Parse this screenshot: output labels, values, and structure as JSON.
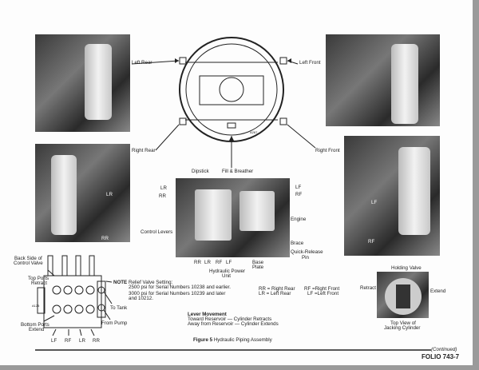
{
  "diagram": {
    "left_rear": "Left Rear",
    "left_front": "Left Front",
    "right_rear": "Right Rear",
    "right_front": "Right Front",
    "code": "A267"
  },
  "photo_labels": {
    "lr": "LR",
    "rr": "RR",
    "lf": "LF",
    "rf": "RF"
  },
  "power_unit": {
    "dipstick": "Dipstick",
    "fill": "Fill & Breather",
    "lr": "LR",
    "rr": "RR",
    "lf": "LF",
    "rf": "RF",
    "engine": "Engine",
    "control_levers": "Control Levers",
    "brace": "Brace",
    "quick_release": "Quick-Release",
    "pin": "Pin",
    "bottom": [
      "RR",
      "LR",
      "RF",
      "LF"
    ],
    "base": "Base",
    "plate": "Plate",
    "caption1": "Hydraulic Power",
    "caption2": "Unit"
  },
  "valve": {
    "back1": "Back Side of",
    "back2": "Control Valve",
    "top1": "Top Ports",
    "top2": "Retract",
    "code": "A125",
    "bottom1": "Bottom Ports",
    "bottom2": "Extend",
    "to_tank": "To Tank",
    "from_pump": "From Pump",
    "levers": [
      "LF",
      "RF",
      "LR",
      "RR"
    ]
  },
  "note": {
    "label": "NOTE",
    "line1": "Relief Valve Setting:",
    "line2": "2500 psi for Serial Numbers 10238 and earlier.",
    "line3": "3000 psi for Serial Numbers 10239 and later",
    "line4": "and 10212."
  },
  "legend": {
    "rr": "RR = Right Rear",
    "lr": "LR = Left Rear",
    "rf": "RF =Right Front",
    "lf": "LF =Left Front"
  },
  "lever": {
    "title": "Lever Movement",
    "line1": "Toward Reservoir — Cylinder Retracts",
    "line2": "Away from Reservoir — Cylinder Extends"
  },
  "figure": {
    "label": "Figure 5",
    "title": "Hydraulic Piping Assembly"
  },
  "jack": {
    "holding": "Holding Valve",
    "retract": "Retract",
    "extend": "Extend",
    "cap1": "Top View of",
    "cap2": "Jacking Cylinder"
  },
  "footer": {
    "continued": "(Continued)",
    "folio": "FOLIO 743-7"
  }
}
